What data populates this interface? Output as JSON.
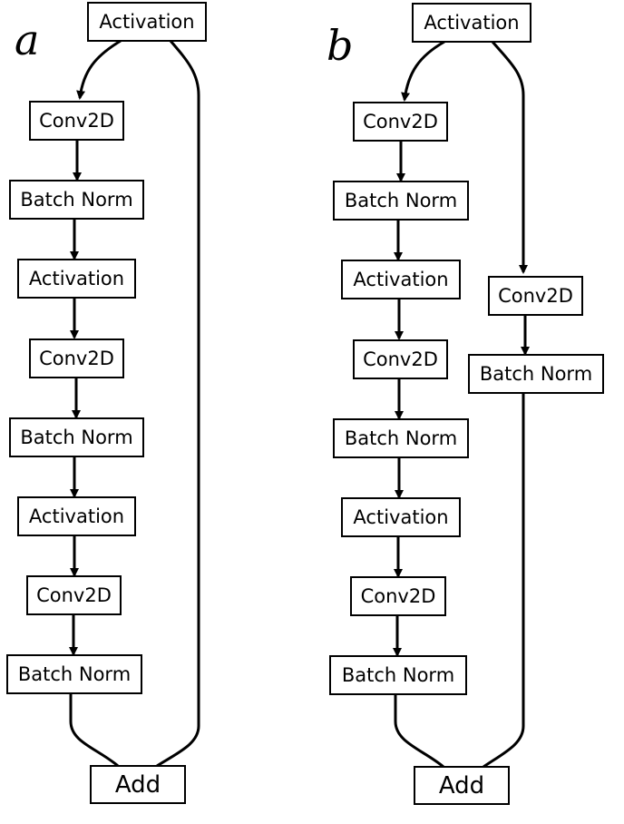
{
  "panels": {
    "a": {
      "letter": "a",
      "top": "Activation",
      "blocks": [
        "Conv2D",
        "Batch Norm",
        "Activation",
        "Conv2D",
        "Batch Norm",
        "Activation",
        "Conv2D",
        "Batch Norm"
      ],
      "merge": "Add"
    },
    "b": {
      "letter": "b",
      "top": "Activation",
      "blocks": [
        "Conv2D",
        "Batch Norm",
        "Activation",
        "Conv2D",
        "Batch Norm",
        "Activation",
        "Conv2D",
        "Batch Norm"
      ],
      "shortcut": [
        "Conv2D",
        "Batch Norm"
      ],
      "merge": "Add"
    }
  }
}
